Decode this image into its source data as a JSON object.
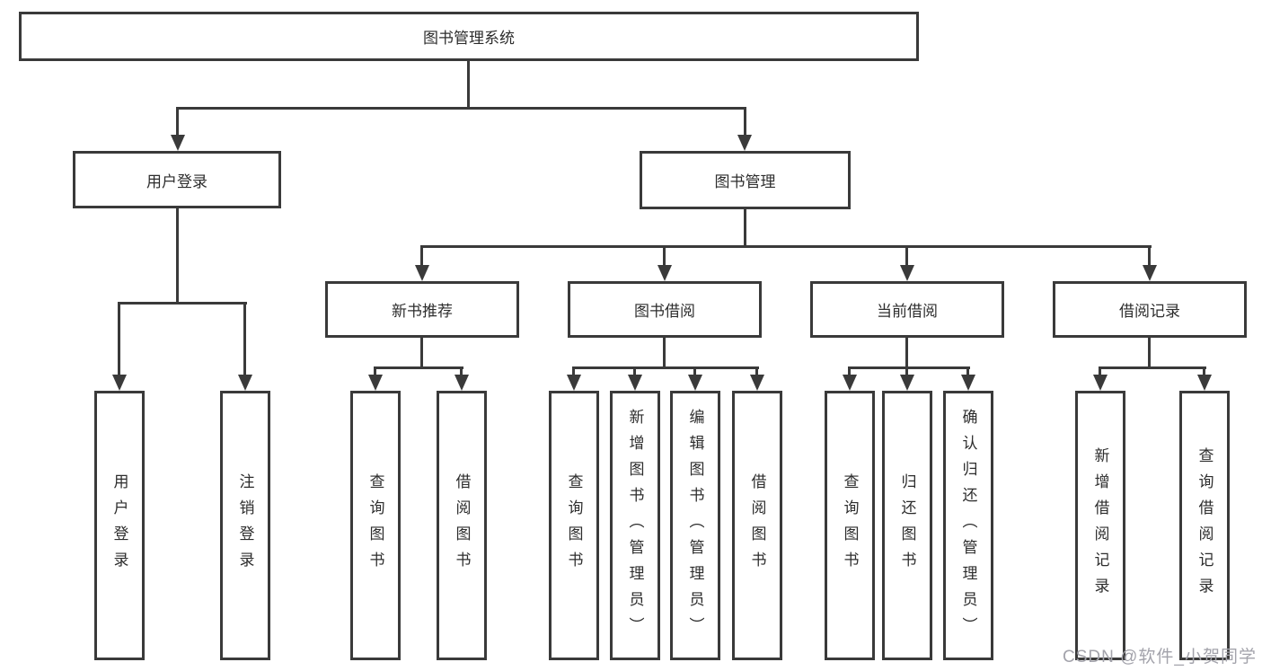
{
  "diagram": {
    "title": "图书管理系统",
    "root": {
      "label": "图书管理系统"
    },
    "level2": [
      {
        "label": "用户登录"
      },
      {
        "label": "图书管理"
      }
    ],
    "level3": [
      {
        "label": "新书推荐"
      },
      {
        "label": "图书借阅"
      },
      {
        "label": "当前借阅"
      },
      {
        "label": "借阅记录"
      }
    ],
    "leaves": [
      {
        "label": "用户登录"
      },
      {
        "label": "注销登录"
      },
      {
        "label": "查询图书"
      },
      {
        "label": "借阅图书"
      },
      {
        "label": "查询图书"
      },
      {
        "label": "新增图书（管理员）"
      },
      {
        "label": "编辑图书（管理员）"
      },
      {
        "label": "借阅图书"
      },
      {
        "label": "查询图书"
      },
      {
        "label": "归还图书"
      },
      {
        "label": "确认归还（管理员）"
      },
      {
        "label": "新增借阅记录"
      },
      {
        "label": "查询借阅记录"
      }
    ]
  },
  "watermark": {
    "text": "CSDN @软件_小贺同学"
  },
  "colors": {
    "line": "#3a3a3a",
    "text": "#2d2d2d",
    "watermark": "#a3a3ab",
    "background": "#ffffff"
  }
}
